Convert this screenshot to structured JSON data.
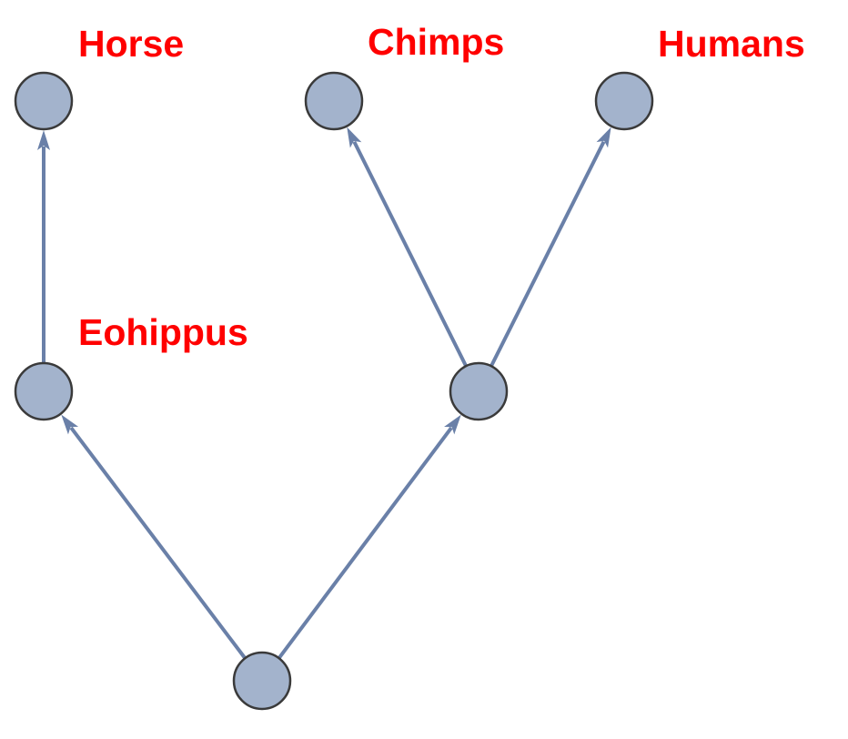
{
  "title": "Evolution tree",
  "colors": {
    "node_fill": "#a3b3cc",
    "node_stroke": "#3a3a3a",
    "edge": "#6a80a8",
    "label": "#ff0000"
  },
  "nodes": [
    {
      "id": "root",
      "label": ""
    },
    {
      "id": "eohippus",
      "label": "Eohippus"
    },
    {
      "id": "ape",
      "label": ""
    },
    {
      "id": "horse",
      "label": "Horse"
    },
    {
      "id": "chimps",
      "label": "Chimps"
    },
    {
      "id": "humans",
      "label": "Humans"
    }
  ],
  "edges": [
    {
      "from": "root",
      "to": "eohippus"
    },
    {
      "from": "root",
      "to": "ape"
    },
    {
      "from": "eohippus",
      "to": "horse"
    },
    {
      "from": "ape",
      "to": "chimps"
    },
    {
      "from": "ape",
      "to": "humans"
    }
  ]
}
